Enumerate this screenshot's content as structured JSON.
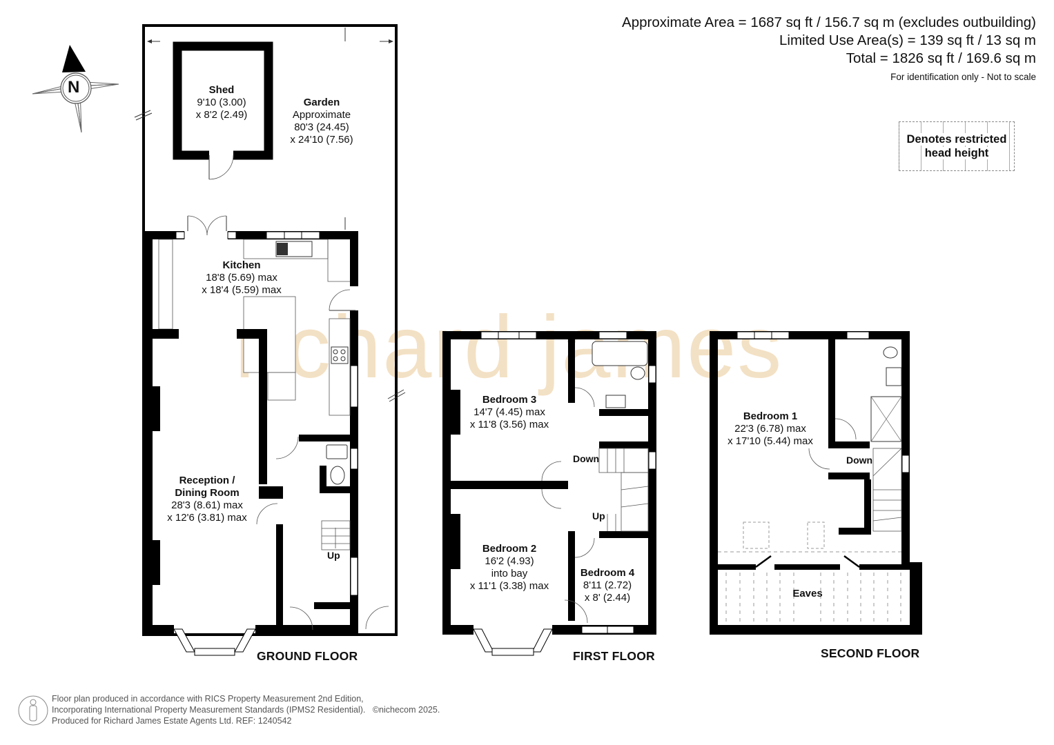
{
  "header": {
    "approximate_area": "Approximate Area = 1687 sq ft / 156.7 sq m (excludes outbuilding)",
    "limited_use_area": "Limited Use Area(s) = 139 sq ft / 13 sq m",
    "total": "Total = 1826 sq ft / 169.6 sq m",
    "note": "For identification only - Not to scale"
  },
  "legend": {
    "line1": "Denotes restricted",
    "line2": "head height"
  },
  "compass": {
    "label": "N"
  },
  "watermark": "richard james",
  "floors": {
    "ground": {
      "title": "GROUND FLOOR",
      "rooms": [
        {
          "name": "Shed",
          "dim1": "9'10 (3.00)",
          "dim2": "x 8'2 (2.49)"
        },
        {
          "name": "Garden",
          "dim0": "Approximate",
          "dim1": "80'3 (24.45)",
          "dim2": "x 24'10 (7.56)"
        },
        {
          "name": "Kitchen",
          "dim1": "18'8 (5.69) max",
          "dim2": "x 18'4 (5.59) max"
        },
        {
          "name": "Reception /",
          "name2": "Dining Room",
          "dim1": "28'3 (8.61) max",
          "dim2": "x 12'6 (3.81) max"
        }
      ],
      "stairs": [
        "Up"
      ]
    },
    "first": {
      "title": "FIRST FLOOR",
      "rooms": [
        {
          "name": "Bedroom 3",
          "dim1": "14'7 (4.45) max",
          "dim2": "x 11'8 (3.56) max"
        },
        {
          "name": "Bedroom 2",
          "dim1": "16'2 (4.93)",
          "dim0": "into bay",
          "dim2": "x 11'1 (3.38) max"
        },
        {
          "name": "Bedroom 4",
          "dim1": "8'11 (2.72)",
          "dim2": "x 8' (2.44)"
        }
      ],
      "stairs": [
        "Down",
        "Up"
      ]
    },
    "second": {
      "title": "SECOND FLOOR",
      "rooms": [
        {
          "name": "Bedroom 1",
          "dim1": "22'3 (6.78) max",
          "dim2": "x 17'10 (5.44) max"
        },
        {
          "name": "Eaves"
        }
      ],
      "stairs": [
        "Down"
      ]
    }
  },
  "footer": {
    "line1": "Floor plan produced in accordance with RICS Property Measurement 2nd Edition,",
    "line2": "Incorporating International Property Measurement Standards (IPMS2 Residential).",
    "copyright": "©nichecom 2025.",
    "line3": "Produced for Richard James Estate Agents Ltd.   REF: 1240542"
  },
  "colors": {
    "wall": "#000000",
    "watermark": "#f2dcbc",
    "text": "#111111",
    "footer_text": "#555555"
  }
}
